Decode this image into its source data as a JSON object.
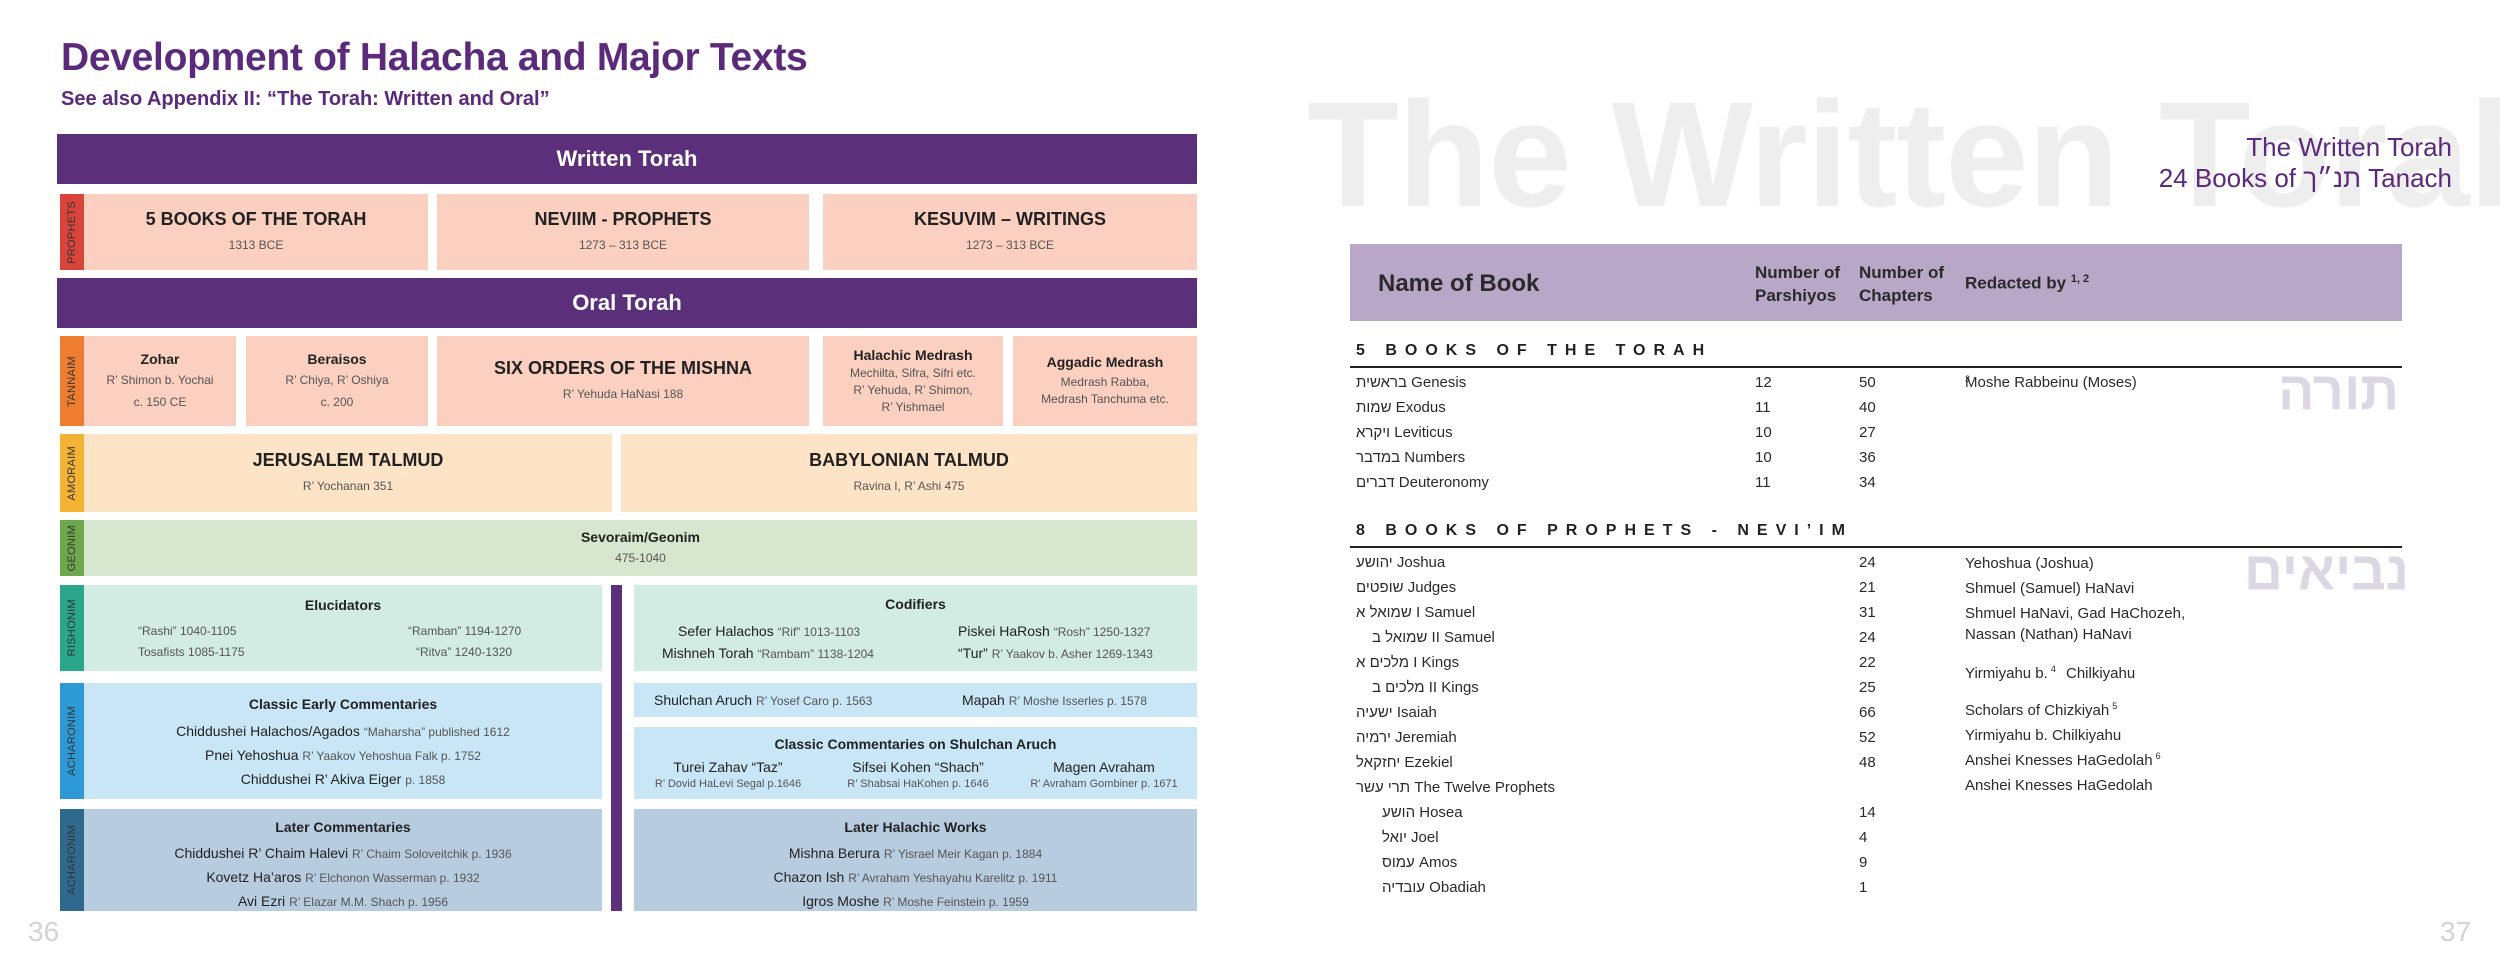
{
  "left": {
    "title": "Development of Halacha and Major Texts",
    "subtitle": "See also Appendix II: “The Torah: Written and Oral”",
    "page_number": "36",
    "written_torah": "Written Torah",
    "oral_torah": "Oral Torah",
    "eras": {
      "prophets": "PROPHETS",
      "tannaim": "TANNAIM",
      "amoraim": "AMORAIM",
      "geonim": "GEONIM",
      "rishonim": "RISHONIM",
      "acharonim1": "ACHARONIM",
      "acharonim2": "ACHARONIM"
    },
    "written": [
      {
        "title": "5 BOOKS OF THE TORAH",
        "date": "1313 BCE"
      },
      {
        "title": "NEVIIM - PROPHETS",
        "date": "1273 – 313 BCE"
      },
      {
        "title": "KESUVIM – WRITINGS",
        "date": "1273 – 313 BCE"
      }
    ],
    "tannaim": {
      "zohar": {
        "title": "Zohar",
        "l1": "R’ Shimon b. Yochai",
        "l2": "c. 150 CE"
      },
      "beraisos": {
        "title": "Beraisos",
        "l1": "R’ Chiya, R’ Oshiya",
        "l2": "c. 200"
      },
      "mishna": {
        "title": "SIX ORDERS OF THE MISHNA",
        "l1": "R’ Yehuda HaNasi 188"
      },
      "halachic": {
        "title": "Halachic Medrash",
        "l1": "Mechilta, Sifra, Sifri etc.",
        "l2": "R’ Yehuda, R’ Shimon,",
        "l3": "R’ Yishmael"
      },
      "aggadic": {
        "title": "Aggadic Medrash",
        "l1": "Medrash Rabba,",
        "l2": "Medrash Tanchuma etc."
      }
    },
    "amoraim": {
      "jerusalem": {
        "title": "JERUSALEM TALMUD",
        "l1": "R’ Yochanan 351"
      },
      "babylonian": {
        "title": "BABYLONIAN TALMUD",
        "l1": "Ravina I, R’ Ashi 475"
      }
    },
    "geonim": {
      "title": "Sevoraim/Geonim",
      "l1": "475-1040"
    },
    "rishonim": {
      "elucidators": {
        "title": "Elucidators",
        "a1": "“Rashi” 1040-1105",
        "a2": "“Ramban” 1194-1270",
        "b1": "Tosafists 1085-1175",
        "b2": "“Ritva” 1240-1320"
      },
      "codifiers": {
        "title": "Codifiers",
        "a1_name": "Sefer Halachos",
        "a1_info": "“Rif” 1013-1103",
        "a2_name": "Piskei HaRosh",
        "a2_info": "“Rosh” 1250-1327",
        "b1_name": "Mishneh Torah",
        "b1_info": "“Rambam” 1138-1204",
        "b2_name": "“Tur”",
        "b2_info": "R’ Yaakov b. Asher 1269-1343"
      }
    },
    "acharonim1": {
      "early": {
        "title": "Classic Early Commentaries",
        "r1_name": "Chiddushei Halachos/Agados",
        "r1_info": "“Maharsha” published 1612",
        "r2_name": "Pnei Yehoshua",
        "r2_info": "R’ Yaakov Yehoshua Falk p. 1752",
        "r3_name": "Chiddushei R’ Akiva Eiger",
        "r3_info": "p. 1858"
      },
      "shulchan": {
        "name": "Shulchan Aruch",
        "info": "R’ Yosef Caro p. 1563"
      },
      "mapah": {
        "name": "Mapah",
        "info": "R’ Moshe Isserles p. 1578"
      },
      "classic_sa": {
        "title": "Classic Commentaries on Shulchan Aruch",
        "c1_name": "Turei Zahav “Taz”",
        "c1_info": "R’ Dovid HaLevi Segal p.1646",
        "c2_name": "Sifsei Kohen “Shach”",
        "c2_info": "R’ Shabsai HaKohen p. 1646",
        "c3_name": "Magen Avraham",
        "c3_info": "R’ Avraham Gombiner p. 1671"
      }
    },
    "acharonim2": {
      "later": {
        "title": "Later Commentaries",
        "r1_name": "Chiddushei R’ Chaim Halevi",
        "r1_info": "R’ Chaim Soloveitchik p. 1936",
        "r2_name": "Kovetz Ha’aros",
        "r2_info": "R’ Elchonon Wasserman p. 1932",
        "r3_name": "Avi Ezri",
        "r3_info": "R’ Elazar M.M. Shach p. 1956"
      },
      "halachic": {
        "title": "Later Halachic Works",
        "r1_name": "Mishna Berura",
        "r1_info": "R’ Yisrael Meir Kagan p. 1884",
        "r2_name": "Chazon Ish",
        "r2_info": "R’ Avraham Yeshayahu Karelitz p. 1911",
        "r3_name": "Igros Moshe",
        "r3_info": "R’ Moshe Feinstein p. 1959"
      }
    }
  },
  "right": {
    "bg_word": "The Written Torah",
    "title_line1": "The Written Torah",
    "title_line2": "24 Books of תנ״ך Tanach",
    "page_number": "37",
    "headers": {
      "name": "Name of Book",
      "parshiyos1": "Number of",
      "parshiyos2": "Parshiyos",
      "chapters1": "Number of",
      "chapters2": "Chapters",
      "redacted": "Redacted by",
      "redacted_sup": "1, 2"
    },
    "torah_section": {
      "title": "5 BOOKS OF THE TORAH",
      "hebrew_label": "תורה",
      "rows": [
        {
          "name": "בראשית Genesis",
          "parshiyos": "12",
          "chapters": "50",
          "redacted": "Moshe Rabbeinu (Moses)",
          "sup": "3"
        },
        {
          "name": "שמות Exodus",
          "parshiyos": "11",
          "chapters": "40",
          "redacted": "",
          "sup": ""
        },
        {
          "name": "ויקרא Leviticus",
          "parshiyos": "10",
          "chapters": "27",
          "redacted": "",
          "sup": ""
        },
        {
          "name": "במדבר Numbers",
          "parshiyos": "10",
          "chapters": "36",
          "redacted": "",
          "sup": ""
        },
        {
          "name": "דברים Deuteronomy",
          "parshiyos": "11",
          "chapters": "34",
          "redacted": "",
          "sup": ""
        }
      ]
    },
    "prophets_section": {
      "title": "8 BOOKS OF PROPHETS - NEVI’IM",
      "hebrew_label": "נביאים",
      "rows": [
        {
          "name": "יהושע Joshua",
          "chapters": "24"
        },
        {
          "name": "שופטים Judges",
          "chapters": "21"
        },
        {
          "name": "שמואל א I Samuel",
          "chapters": "31"
        },
        {
          "name": "שמואל ב II Samuel",
          "chapters": "24"
        },
        {
          "name": "מלכים א I Kings",
          "chapters": "22"
        },
        {
          "name": "מלכים ב II Kings",
          "chapters": "25"
        },
        {
          "name": "ישעיה Isaiah",
          "chapters": "66"
        },
        {
          "name": "ירמיה Jeremiah",
          "chapters": "52"
        },
        {
          "name": "יחזקאל Ezekiel",
          "chapters": "48"
        },
        {
          "name": "תרי עשר The Twelve Prophets",
          "chapters": ""
        },
        {
          "name": "הושע Hosea",
          "chapters": "14"
        },
        {
          "name": "יואל Joel",
          "chapters": "4"
        },
        {
          "name": "עמוס Amos",
          "chapters": "9"
        },
        {
          "name": "עובדיה Obadiah",
          "chapters": "1"
        }
      ],
      "redacted": [
        {
          "text": "Yehoshua (Joshua)",
          "sup": ""
        },
        {
          "text": "Shmuel (Samuel) HaNavi",
          "sup": ""
        },
        {
          "text": "Shmuel HaNavi, Gad HaChozeh,",
          "sup": ""
        },
        {
          "text": "Nassan (Nathan) HaNavi",
          "sup": ""
        },
        {
          "text": "Yirmiyahu b.",
          "sup": "4",
          "after": "Chilkiyahu"
        },
        {
          "text": "Scholars of Chizkiyah",
          "sup": "5"
        },
        {
          "text": "Yirmiyahu b. Chilkiyahu",
          "sup": ""
        },
        {
          "text": "Anshei Knesses HaGedolah",
          "sup": "6"
        },
        {
          "text": "Anshei Knesses HaGedolah",
          "sup": ""
        }
      ]
    }
  }
}
